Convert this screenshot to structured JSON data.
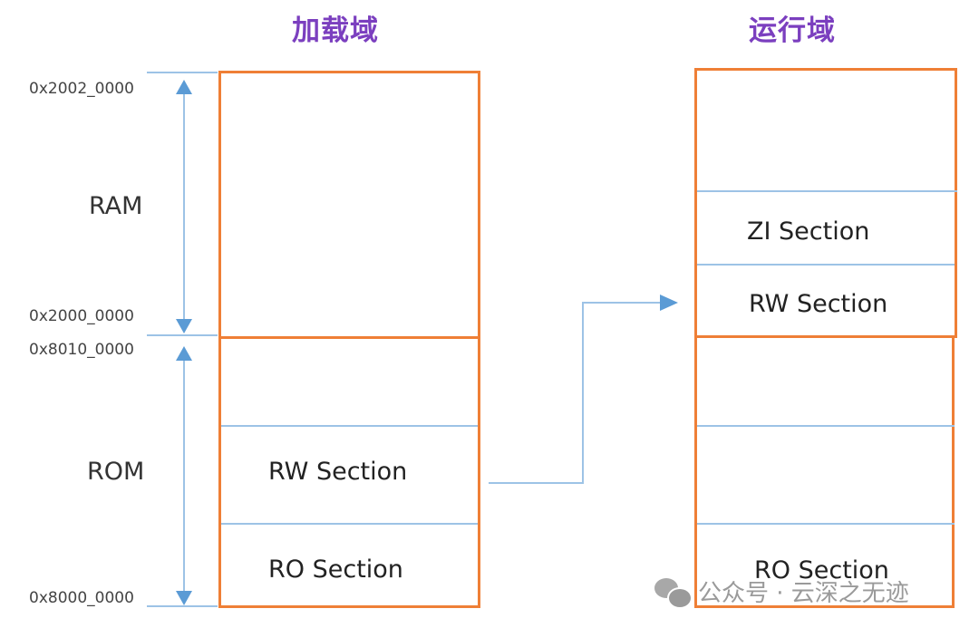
{
  "titles": {
    "load_region": "加载域",
    "exec_region": "运行域"
  },
  "addresses": {
    "ram_top": "0x2002_0000",
    "ram_bottom": "0x2000_0000",
    "rom_top": "0x8010_0000",
    "rom_bottom": "0x8000_0000"
  },
  "memory_labels": {
    "ram": "RAM",
    "rom": "ROM"
  },
  "load_region": {
    "sections": [
      "RW Section",
      "RO Section"
    ]
  },
  "exec_region": {
    "sections": [
      "ZI Section",
      "RW Section",
      "RO Section"
    ]
  },
  "colors": {
    "title": "#7b3fbf",
    "box_border": "#ef7f36",
    "divider": "#9dc3e6",
    "arrow": "#5b9bd5"
  },
  "watermark": {
    "text": "公众号 · 云深之无迹"
  }
}
